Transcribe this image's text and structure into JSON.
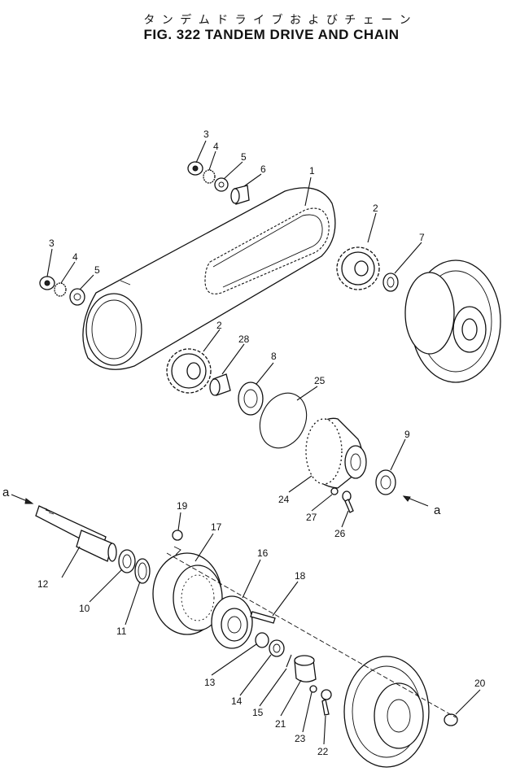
{
  "title": {
    "japanese": "タ ン デ ム ド ラ イ ブ お よ び チ ェ ー ン",
    "english": "FIG. 322  TANDEM DRIVE AND CHAIN"
  },
  "callouts": {
    "c1": "1",
    "c2a": "2",
    "c2b": "2",
    "c3a": "3",
    "c3b": "3",
    "c4a": "4",
    "c4b": "4",
    "c5a": "5",
    "c5b": "5",
    "c6": "6",
    "c7": "7",
    "c8": "8",
    "c9": "9",
    "c10": "10",
    "c11": "11",
    "c12": "12",
    "c13": "13",
    "c14": "14",
    "c15": "15",
    "c16": "16",
    "c17": "17",
    "c18": "18",
    "c19": "19",
    "c20": "20",
    "c21": "21",
    "c22": "22",
    "c23": "23",
    "c24": "24",
    "c25": "25",
    "c26": "26",
    "c27": "27",
    "c28": "28",
    "a_left": "a",
    "a_right": "a"
  }
}
